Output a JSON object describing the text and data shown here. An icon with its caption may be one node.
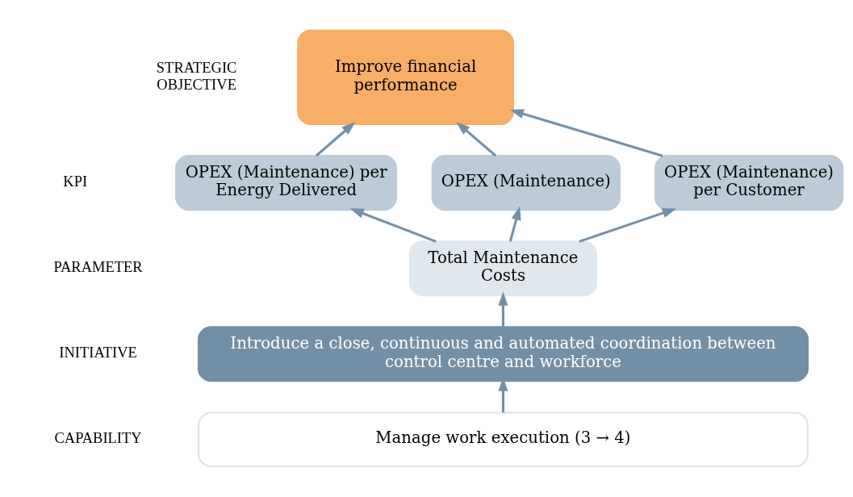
{
  "diagram": {
    "nodes": [
      {
        "text": [
          "Improve financial performance"
        ]
      },
      {
        "text": [
          "OPEX (Maintenance)"
        ]
      },
      {
        "text": [
          "OPEX (Maintenance) per Customer"
        ]
      },
      {
        "text": [
          "OPEX (Maintenance) per Energy Delivered"
        ]
      },
      {
        "text": [
          "Total Maintenance Costs"
        ]
      },
      {
        "text": [
          "Introduce a close, continuous and automated coordination between control centre and workforce"
        ]
      },
      {
        "text": [
          "Manage work execution (3 → 4)"
        ]
      }
    ],
    "edges": [
      {
        "from": 1,
        "to": 0,
        "arrow": "to"
      },
      {
        "from": 2,
        "to": 0,
        "arrow": "to"
      },
      {
        "from": 3,
        "to": 0,
        "arrow": "to"
      },
      {
        "from": 4,
        "to": 1,
        "arrow": "to"
      },
      {
        "from": 4,
        "to": 2,
        "arrow": "to"
      },
      {
        "from": 4,
        "to": 3,
        "arrow": "to"
      },
      {
        "from": 5,
        "to": 4,
        "arrow": "to"
      },
      {
        "from": 6,
        "to": 5,
        "arrow": "to"
      }
    ],
    "labels": [
      "STRATEGIC OBJECTIVE",
      "KPI",
      "PARAMETER",
      "INITIATIVE",
      "CAPABILITY"
    ]
  }
}
